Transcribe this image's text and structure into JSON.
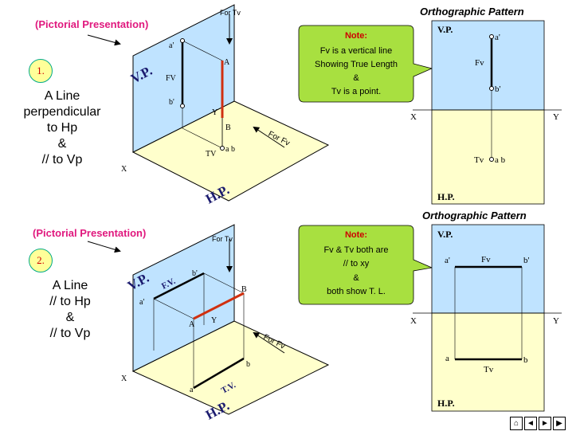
{
  "section1": {
    "pictorial_title": "(Pictorial Presentation)",
    "number": "1.",
    "desc_lines": [
      "A Line",
      "perpendicular",
      "to Hp",
      "&",
      "// to Vp"
    ],
    "labels": {
      "for_tv": "For Tv",
      "for_fv": "For Fv",
      "vp": "V.P.",
      "hp": "H.P.",
      "a_dash": "a'",
      "b_dash": "b'",
      "fv": "FV",
      "A": "A",
      "B": "B",
      "Y": "Y",
      "X": "X",
      "tv": "TV",
      "ab": "a b"
    },
    "note": {
      "title": "Note:",
      "lines": [
        "Fv is a vertical line",
        "Showing True Length",
        "&",
        "Tv is a point."
      ]
    },
    "ortho": {
      "title": "Orthographic Pattern",
      "vp": "V.P.",
      "hp": "H.P.",
      "a_dash": "a'",
      "b_dash": "b'",
      "fv": "Fv",
      "X": "X",
      "Y": "Y",
      "tv": "Tv",
      "ab": "a b"
    }
  },
  "section2": {
    "pictorial_title": "(Pictorial Presentation)",
    "number": "2.",
    "desc_lines": [
      "A Line",
      "// to Hp",
      "&",
      "// to Vp"
    ],
    "labels": {
      "for_tv": "For Tv",
      "for_fv": "For Fv",
      "vp": "V.P.",
      "hp": "H.P.",
      "fv": "F.V.",
      "tv": "T.V.",
      "a_dash": "a'",
      "b_dash": "b'",
      "A": "A",
      "B": "B",
      "Y": "Y",
      "X": "X",
      "a": "a",
      "b": "b"
    },
    "note": {
      "title": "Note:",
      "lines": [
        "Fv & Tv both are",
        "// to xy",
        "&",
        "both show T. L."
      ]
    },
    "ortho": {
      "title": "Orthographic Pattern",
      "vp": "V.P.",
      "hp": "H.P.",
      "a_dash": "a'",
      "fv": "Fv",
      "b_dash": "b'",
      "X": "X",
      "Y": "Y",
      "a": "a",
      "tv": "Tv",
      "b": "b"
    }
  },
  "nav": {
    "home": "⌂",
    "back": "◄",
    "forward": "►",
    "end": "▶"
  }
}
